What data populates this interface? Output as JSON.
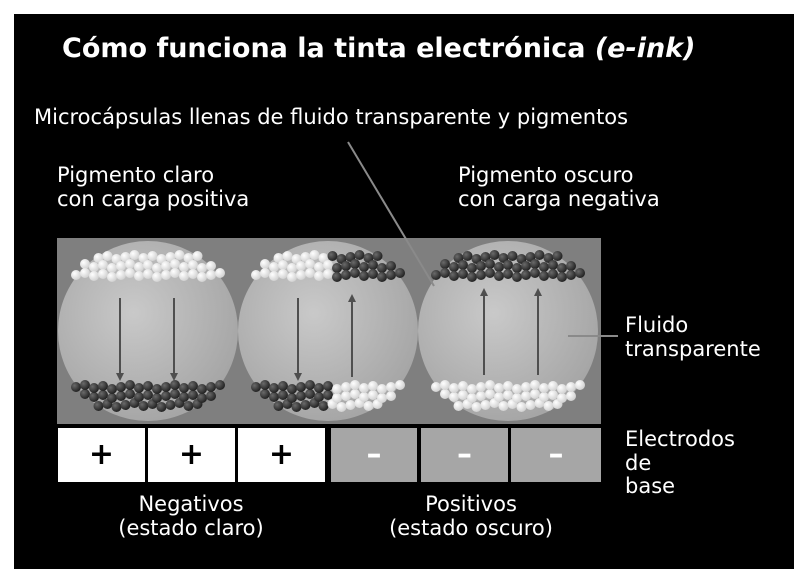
{
  "title": {
    "main": "Cómo funciona la tinta electrónica",
    "emphasis": "(e-ink)"
  },
  "labels": {
    "microcapsules": "Microcápsulas llenas de fluido transparente y pigmentos",
    "light_pigment": [
      "Pigmento claro",
      "con carga positiva"
    ],
    "dark_pigment": [
      "Pigmento oscuro",
      "con carga negativa"
    ],
    "fluid": [
      "Fluido",
      "transparente"
    ],
    "electrodes": [
      "Electrodos",
      "de",
      "base"
    ],
    "negative_state": [
      "Negativos",
      "(estado claro)"
    ],
    "positive_state": [
      "Positivos",
      "(estado oscuro)"
    ]
  },
  "electrodes": [
    "+",
    "+",
    "+",
    "–",
    "–",
    "–"
  ],
  "colors": {
    "background": "#000000",
    "cell_band": "#7f7f7f",
    "capsule": "#b5b5b5",
    "light_pigment": "#f2f2f2",
    "dark_pigment": "#3a3a3a",
    "positive_electrode": "#ffffff",
    "negative_electrode": "#a6a6a6",
    "arrow": "#555555"
  }
}
